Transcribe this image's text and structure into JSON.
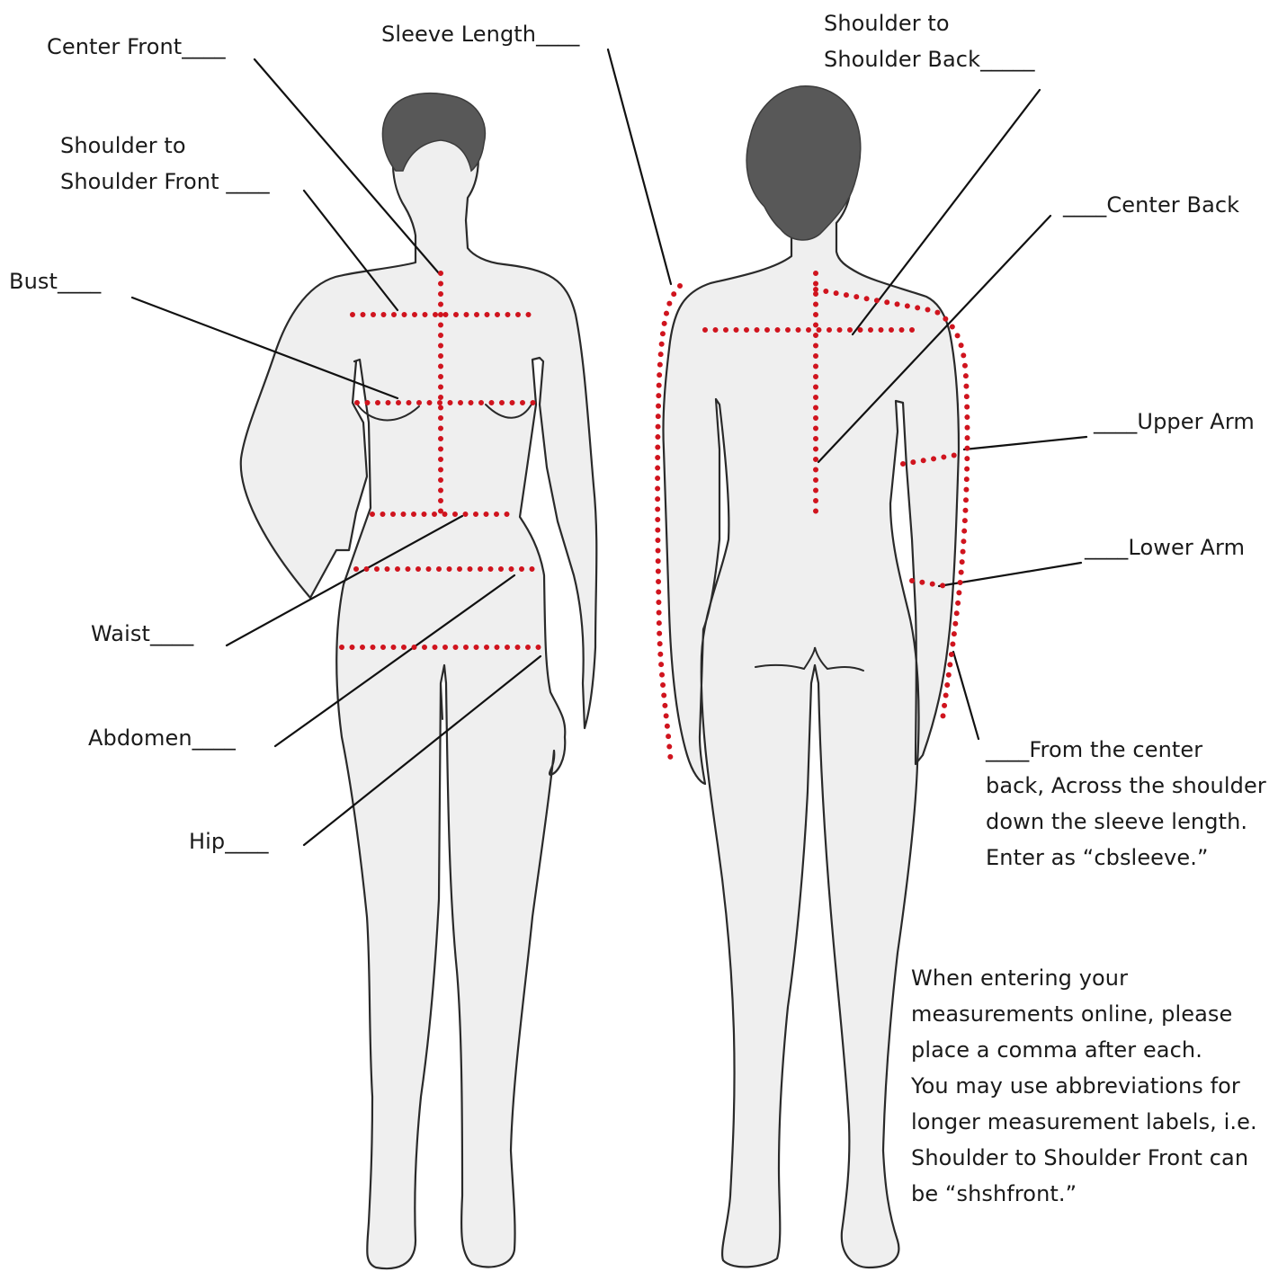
{
  "labels": {
    "center_front": "Center Front____",
    "sleeve_length": "Sleeve Length____",
    "shoulder_back": "Shoulder to\nShoulder Back_____",
    "shoulder_front": "Shoulder to\nShoulder Front ____",
    "center_back": "____Center Back",
    "bust": "Bust____",
    "upper_arm": "____Upper Arm",
    "lower_arm": "____Lower Arm",
    "waist": "Waist____",
    "abdomen": "Abdomen____",
    "hip": "Hip____",
    "cbsleeve": "____From the center\nback, Across the shoulder\ndown the sleeve length.\nEnter as “cbsleeve.”"
  },
  "note": "When entering your\nmeasurements online, please\nplace a comma after each.\nYou may use abbreviations for\nlonger measurement labels, i.e.\nShoulder to Shoulder Front can\nbe “shshfront.”",
  "colors": {
    "measurement_dots": "#d0141e",
    "body_fill": "#efefef",
    "hair": "#585858"
  }
}
